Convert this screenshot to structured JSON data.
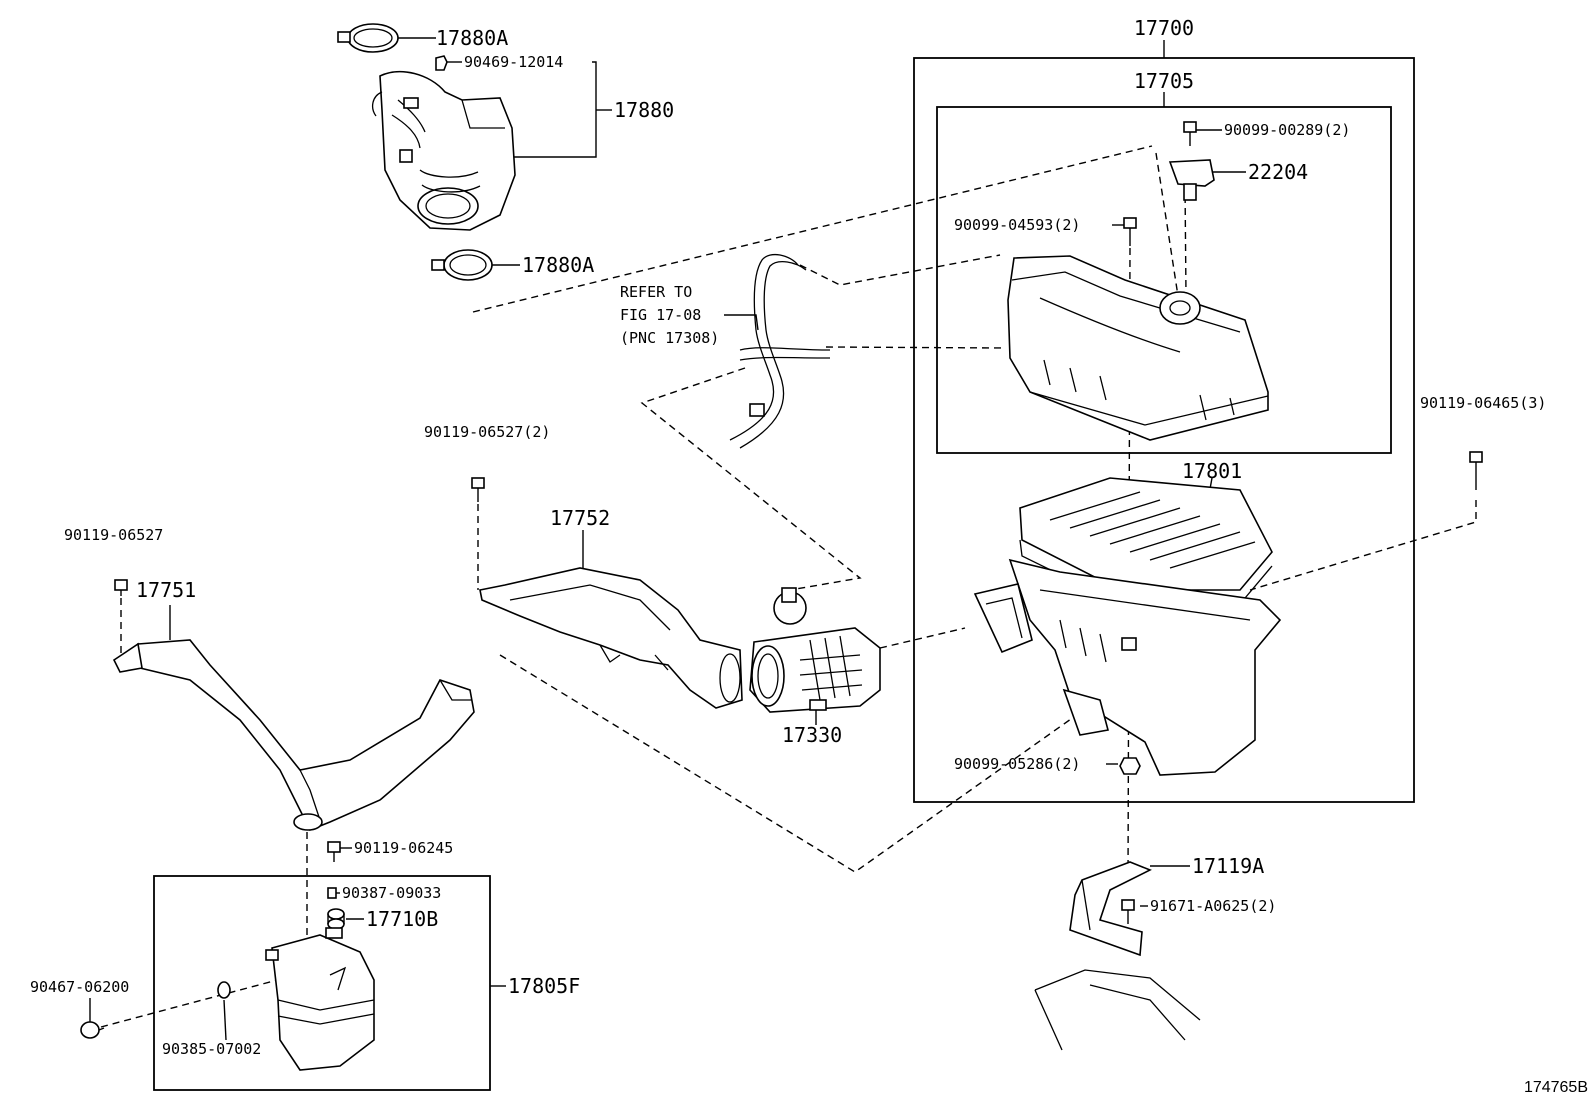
{
  "labels": {
    "p17700": "17700",
    "p17705": "17705",
    "p17880a_top": "17880A",
    "p90469_12014": "90469-12014",
    "p17880": "17880",
    "p17880a_bottom": "17880A",
    "p90099_00289": "90099-00289(2)",
    "p22204": "22204",
    "p90099_04593": "90099-04593(2)",
    "refer_line1": "REFER TO",
    "refer_line2": "FIG 17-08",
    "refer_line3": "(PNC 17308)",
    "p90119_06465": "90119-06465(3)",
    "p17801": "17801",
    "p90119_06527_2": "90119-06527(2)",
    "p17752": "17752",
    "p90119_06527": "90119-06527",
    "p17751": "17751",
    "p17330": "17330",
    "p90099_05286": "90099-05286(2)",
    "p90119_06245": "90119-06245",
    "p90387_09033": "90387-09033",
    "p17710b": "17710B",
    "p17119a": "17119A",
    "p91671_a0625": "91671-A0625(2)",
    "p90467_06200": "90467-06200",
    "p17805f": "17805F",
    "p90385_07002": "90385-07002",
    "figure_id": "174765B"
  }
}
